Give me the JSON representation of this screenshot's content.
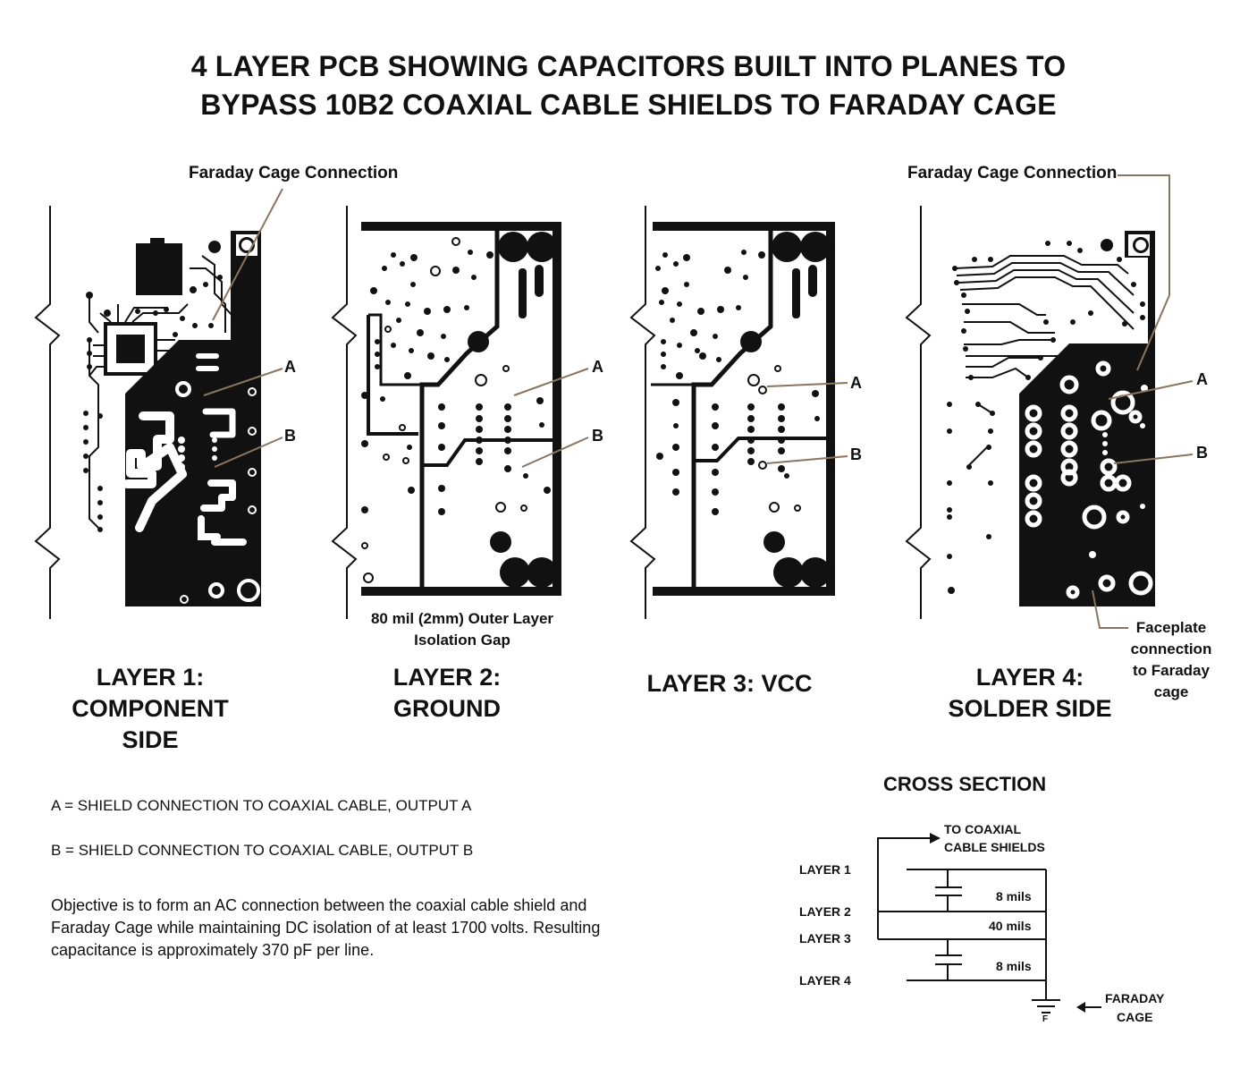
{
  "title": {
    "line1": "4 LAYER PCB SHOWING CAPACITORS BUILT INTO PLANES TO",
    "line2": "BYPASS 10B2 COAXIAL CABLE SHIELDS TO FARADAY CAGE"
  },
  "callouts": {
    "faraday_left": "Faraday Cage Connection",
    "faraday_right": "Faraday Cage Connection",
    "A": "A",
    "B": "B",
    "isolation_gap_line1": "80 mil (2mm) Outer Layer",
    "isolation_gap_line2": "Isolation Gap",
    "faceplate_line1": "Faceplate",
    "faceplate_line2": "connection",
    "faceplate_line3": "to Faraday",
    "faceplate_line4": "cage"
  },
  "layers": [
    {
      "line1": "LAYER 1:",
      "line2": "COMPONENT",
      "line3": "SIDE"
    },
    {
      "line1": "LAYER 2:",
      "line2": "GROUND"
    },
    {
      "line1": "LAYER 3: VCC"
    },
    {
      "line1": "LAYER 4:",
      "line2": "SOLDER SIDE"
    }
  ],
  "legend": {
    "a": "A = SHIELD CONNECTION TO COAXIAL CABLE, OUTPUT A",
    "b": "B = SHIELD CONNECTION TO COAXIAL CABLE, OUTPUT B",
    "objective_line1": "Objective is to form an AC connection between the coaxial cable shield and",
    "objective_line2": "Faraday Cage while maintaining DC isolation of at least 1700 volts.  Resulting",
    "objective_line3": "capacitance is approximately 370 pF per line."
  },
  "cross_section": {
    "title": "CROSS SECTION",
    "to_shields_line1": "TO COAXIAL",
    "to_shields_line2": "CABLE SHIELDS",
    "layer1": "LAYER 1",
    "layer2": "LAYER 2",
    "layer3": "LAYER 3",
    "layer4": "LAYER 4",
    "gap1": "8 mils",
    "gap2": "40 mils",
    "gap3": "8 mils",
    "ground_label": "F",
    "faraday_line1": "FARADAY",
    "faraday_line2": "CAGE"
  },
  "colors": {
    "ink": "#111111",
    "leader": "#8a7560",
    "background": "#ffffff"
  }
}
